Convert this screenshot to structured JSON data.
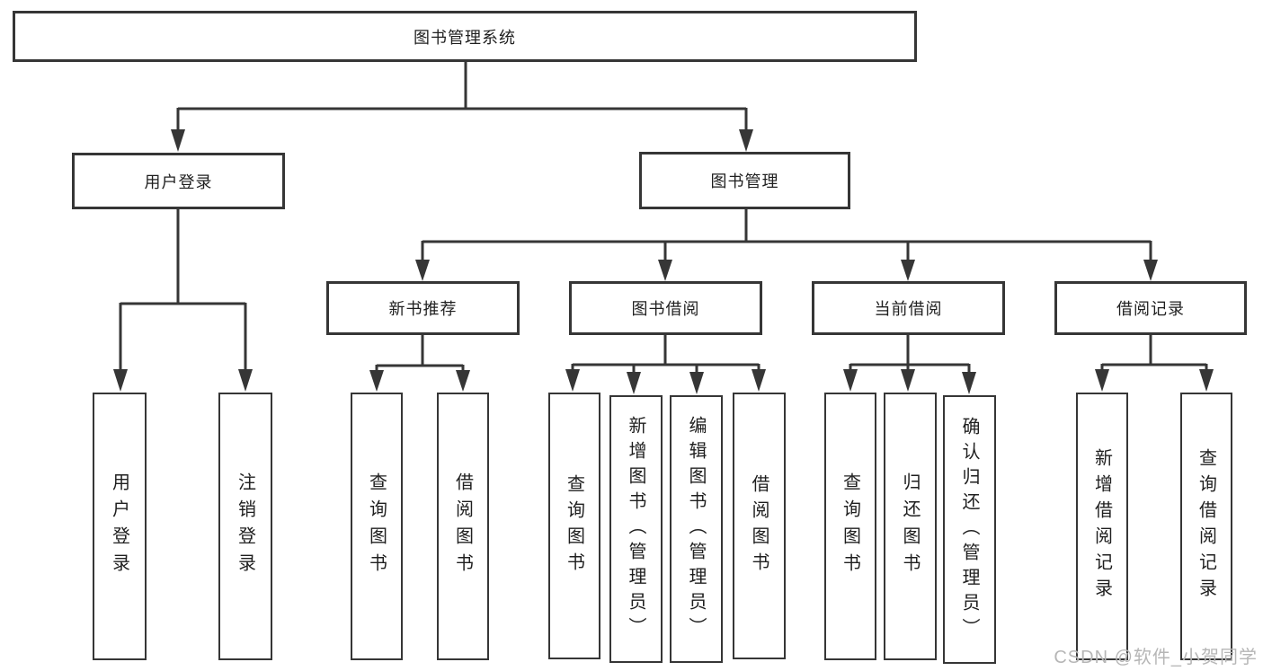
{
  "tree": {
    "label": "图书管理系统",
    "children": [
      {
        "label": "用户登录",
        "children": [
          {
            "label": "用户登录"
          },
          {
            "label": "注销登录"
          }
        ]
      },
      {
        "label": "图书管理",
        "children": [
          {
            "label": "新书推荐",
            "children": [
              {
                "label": "查询图书"
              },
              {
                "label": "借阅图书"
              }
            ]
          },
          {
            "label": "图书借阅",
            "children": [
              {
                "label": "查询图书"
              },
              {
                "label": "新增图书（管理员）"
              },
              {
                "label": "编辑图书（管理员）"
              },
              {
                "label": "借阅图书"
              }
            ]
          },
          {
            "label": "当前借阅",
            "children": [
              {
                "label": "查询图书"
              },
              {
                "label": "归还图书"
              },
              {
                "label": "确认归还（管理员）"
              }
            ]
          },
          {
            "label": "借阅记录",
            "children": [
              {
                "label": "新增借阅记录"
              },
              {
                "label": "查询借阅记录"
              }
            ]
          }
        ]
      }
    ]
  },
  "watermark": {
    "text": "CSDN @软件_小贺同学"
  },
  "colors": {
    "line": "#363636",
    "text": "#1f1f1f",
    "background": "#ffffff",
    "watermark": "#b6b6b6"
  }
}
